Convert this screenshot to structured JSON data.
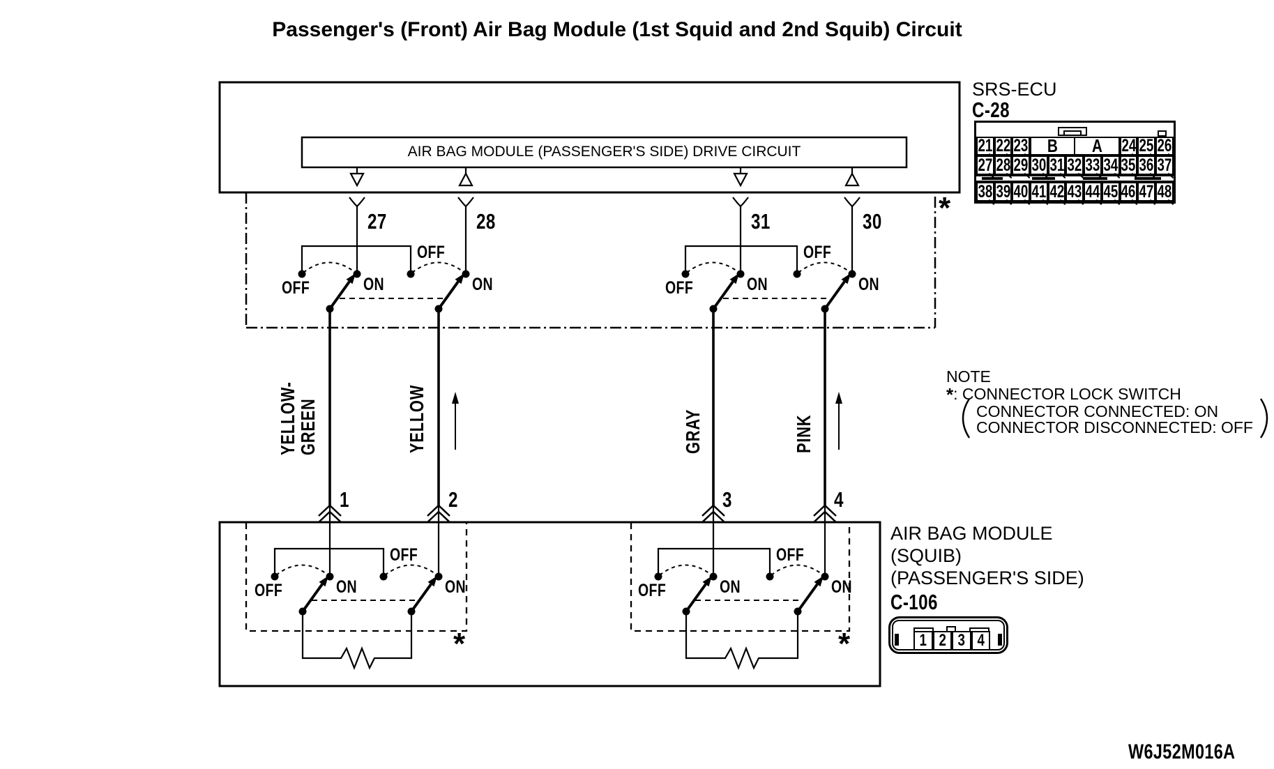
{
  "title": "Passenger's (Front) Air Bag Module (1st Squid and 2nd Squib) Circuit",
  "srs_ecu": {
    "name": "SRS-ECU",
    "connector_id": "C-28",
    "drive_circuit_label": "AIR BAG MODULE (PASSENGER'S SIDE) DRIVE CIRCUIT"
  },
  "switch_labels": {
    "on": "ON",
    "off": "OFF"
  },
  "wires": [
    {
      "srs_pin": "27",
      "color": [
        "YELLOW-",
        "GREEN"
      ],
      "squib_pin": "1"
    },
    {
      "srs_pin": "28",
      "color": [
        "YELLOW"
      ],
      "squib_pin": "2"
    },
    {
      "srs_pin": "31",
      "color": [
        "GRAY"
      ],
      "squib_pin": "3"
    },
    {
      "srs_pin": "30",
      "color": [
        "PINK"
      ],
      "squib_pin": "4"
    }
  ],
  "airbag_module": {
    "name_line1": "AIR BAG MODULE",
    "name_line2": "(SQUIB)",
    "name_line3": "(PASSENGER'S SIDE)",
    "connector_id": "C-106"
  },
  "note": {
    "heading": "NOTE",
    "star": "*",
    "lock_switch": ": CONNECTOR LOCK SWITCH",
    "connected": "CONNECTOR CONNECTED: ON",
    "disconnected": "CONNECTOR DISCONNECTED: OFF"
  },
  "symbols": {
    "asterisk": "*"
  },
  "connector_c28": {
    "row1_left": [
      "21",
      "22",
      "23"
    ],
    "row1_groups": [
      "B",
      "A"
    ],
    "row1_right": [
      "24",
      "25",
      "26"
    ],
    "row2": [
      "27",
      "28",
      "29",
      "30",
      "31",
      "32",
      "33",
      "34",
      "35",
      "36",
      "37"
    ],
    "row3": [
      "38",
      "39",
      "40",
      "41",
      "42",
      "43",
      "44",
      "45",
      "46",
      "47",
      "48"
    ]
  },
  "connector_c106": {
    "pins": [
      "1",
      "2",
      "3",
      "4"
    ]
  },
  "doc_code": "W6J52M016A",
  "colors": {
    "line": "#000000",
    "background": "#ffffff"
  }
}
